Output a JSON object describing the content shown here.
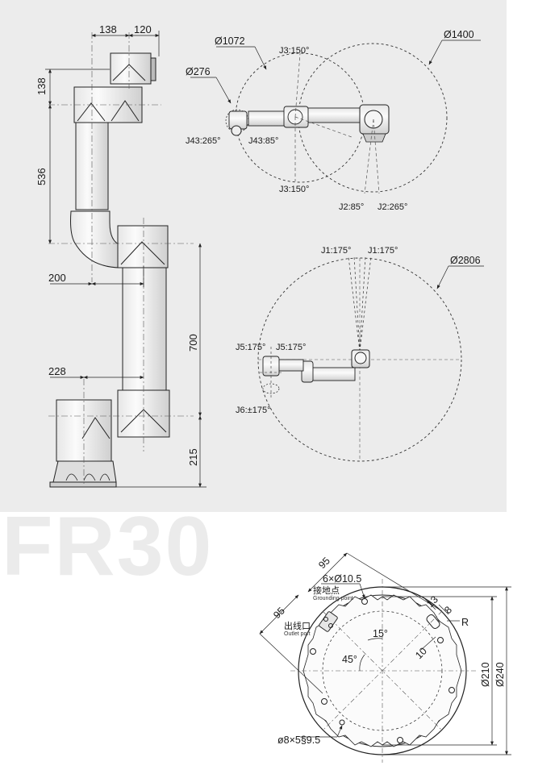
{
  "model_watermark": "FR30",
  "side_view": {
    "dimensions": {
      "top_width_a": "138",
      "top_width_b": "120",
      "head_height": "138",
      "upper_arm_height": "536",
      "elbow_offset": "200",
      "lower_arm_height": "700",
      "base_offset": "228",
      "base_height": "215"
    }
  },
  "top_view": {
    "dimensions": {
      "reach_diameter": "Ø1072",
      "wrist_diameter": "Ø276",
      "outer_diameter": "Ø1400"
    },
    "joint_limits": {
      "j3_top": "J3:150°",
      "j3_bottom": "J3:150°",
      "j43_left": "J43:265°",
      "j43_right": "J43:85°",
      "j2_a": "J2:85°",
      "j2_b": "J2:265°"
    }
  },
  "workspace_view": {
    "dimensions": {
      "workspace_diameter": "Ø2806"
    },
    "joint_limits": {
      "j1_left": "J1:175°",
      "j1_right": "J1:175°",
      "j5_left": "J5:175°",
      "j5_right": "J5:175°",
      "j6": "J6:±175°"
    }
  },
  "base_view": {
    "dimensions": {
      "edge_a": "95",
      "edge_b": "95",
      "holes": "6×Ø10.5",
      "angle_a": "15°",
      "angle_b": "45°",
      "slot_a": "13",
      "slot_b": "8",
      "slot_depth": "10",
      "radius_label": "R",
      "inner_diameter": "Ø210",
      "outer_diameter": "Ø240",
      "pin_hole": "ø8×5§9.5"
    },
    "labels": {
      "grounding_cn": "接地点",
      "grounding_en": "Grounding point",
      "outlet_cn": "出线口",
      "outlet_en": "Outlet port"
    }
  }
}
